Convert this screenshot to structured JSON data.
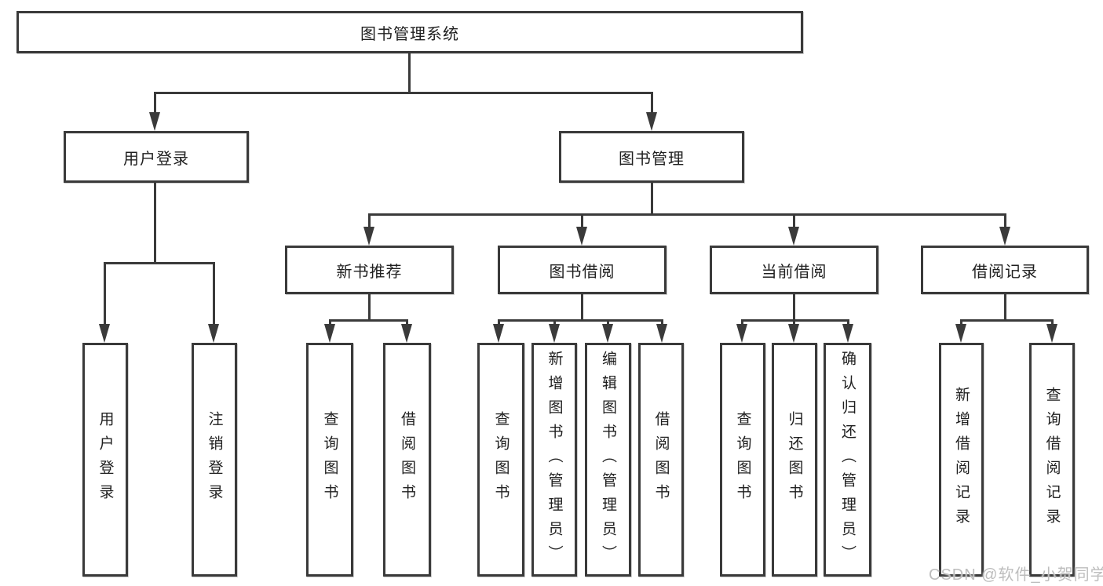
{
  "tree": {
    "label": "图书管理系统",
    "children": [
      {
        "label": "用户登录",
        "children": [
          {
            "label": "用户登录"
          },
          {
            "label": "注销登录"
          }
        ]
      },
      {
        "label": "图书管理",
        "children": [
          {
            "label": "新书推荐",
            "children": [
              {
                "label": "查询图书"
              },
              {
                "label": "借阅图书"
              }
            ]
          },
          {
            "label": "图书借阅",
            "children": [
              {
                "label": "查询图书"
              },
              {
                "label": "新增图书（管理员）"
              },
              {
                "label": "编辑图书（管理员）"
              },
              {
                "label": "借阅图书"
              }
            ]
          },
          {
            "label": "当前借阅",
            "children": [
              {
                "label": "查询图书"
              },
              {
                "label": "归还图书"
              },
              {
                "label": "确认归还（管理员）"
              }
            ]
          },
          {
            "label": "借阅记录",
            "children": [
              {
                "label": "新增借阅记录"
              },
              {
                "label": "查询借阅记录"
              }
            ]
          }
        ]
      }
    ]
  },
  "watermark": "CSDN @软件_小贺同学",
  "colors": {
    "line": "#3a3a3a",
    "text": "#202020",
    "watermark": "#bdbdbd",
    "background": "#ffffff"
  }
}
